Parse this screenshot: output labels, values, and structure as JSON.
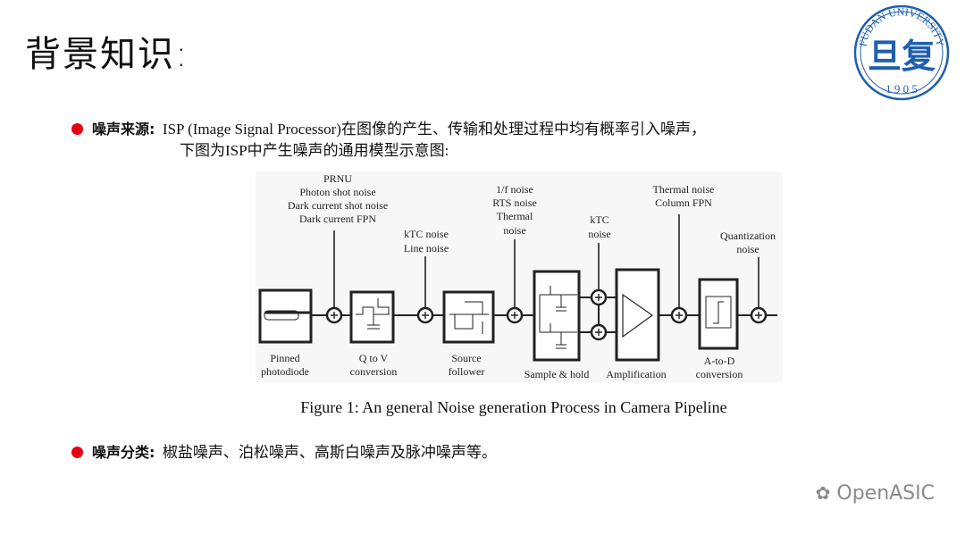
{
  "title": "背景知识:",
  "logo": {
    "text": "FUDAN UNIVERSITY",
    "year": "1905",
    "color": "#1f5fae"
  },
  "bullets": [
    {
      "keyword": "噪声来源",
      "sep": ":",
      "line1": "ISP (Image Signal Processor)在图像的产生、传输和处理过程中均有概率引入噪声，",
      "line2": "下图为ISP中产生噪声的通用模型示意图:"
    },
    {
      "keyword": "噪声分类",
      "sep": ":",
      "line1": "椒盐噪声、泊松噪声、高斯白噪声及脉冲噪声等。"
    }
  ],
  "bullet_color": "#e60012",
  "figure": {
    "noise_labels": [
      [
        "PRNU",
        "Photon shot noise",
        "Dark current shot noise",
        "Dark current FPN"
      ],
      [
        "kTC noise",
        "Line noise"
      ],
      [
        "1/f noise",
        "RTS noise",
        "Thermal",
        "noise"
      ],
      [
        "kTC",
        "noise"
      ],
      [
        "Thermal noise",
        "Column FPN"
      ],
      [
        "Quantization",
        "noise"
      ]
    ],
    "stages": [
      [
        "Pinned",
        "photodiode"
      ],
      [
        "Q to V",
        "conversion"
      ],
      [
        "Source",
        "follower"
      ],
      [
        "Sample & hold"
      ],
      [
        "Amplification"
      ],
      [
        "A-to-D",
        "conversion"
      ]
    ],
    "caption": "Figure 1: An general Noise generation Process in Camera Pipeline"
  },
  "watermark": "OpenASIC"
}
